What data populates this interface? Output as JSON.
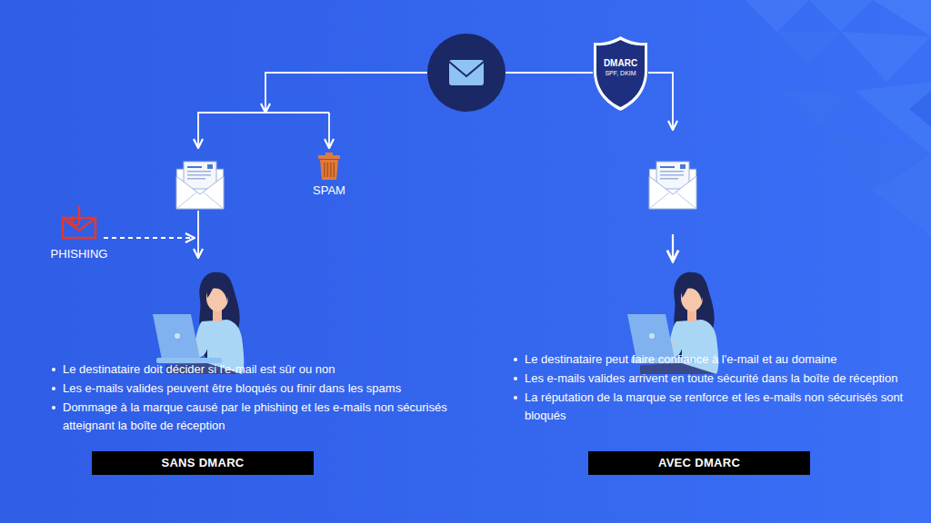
{
  "diagram": {
    "nodes": [
      {
        "text": [
          "DMARC",
          "SPF, DKIM"
        ]
      },
      {
        "text": [
          "SPAM"
        ]
      },
      {
        "text": [
          "PHISHING"
        ]
      },
      {
        "text": [
          "SANS DMARC"
        ]
      },
      {
        "text": [
          "AVEC DMARC"
        ]
      }
    ],
    "labels": [
      "Le destinataire doit décider si l'e-mail est sûr ou non",
      "Les e-mails valides peuvent être bloqués ou finir dans les spams",
      "Dommage à la marque causé par le phishing et les e-mails non sécurisés atteignant la boîte de réception",
      "Le destinataire peut faire confiance à l'e-mail et au domaine",
      "Les e-mails valides arrivent en toute sécurité dans la boîte de réception",
      "La réputation de la marque se renforce et les e-mails non sécurisés sont bloqués"
    ]
  }
}
